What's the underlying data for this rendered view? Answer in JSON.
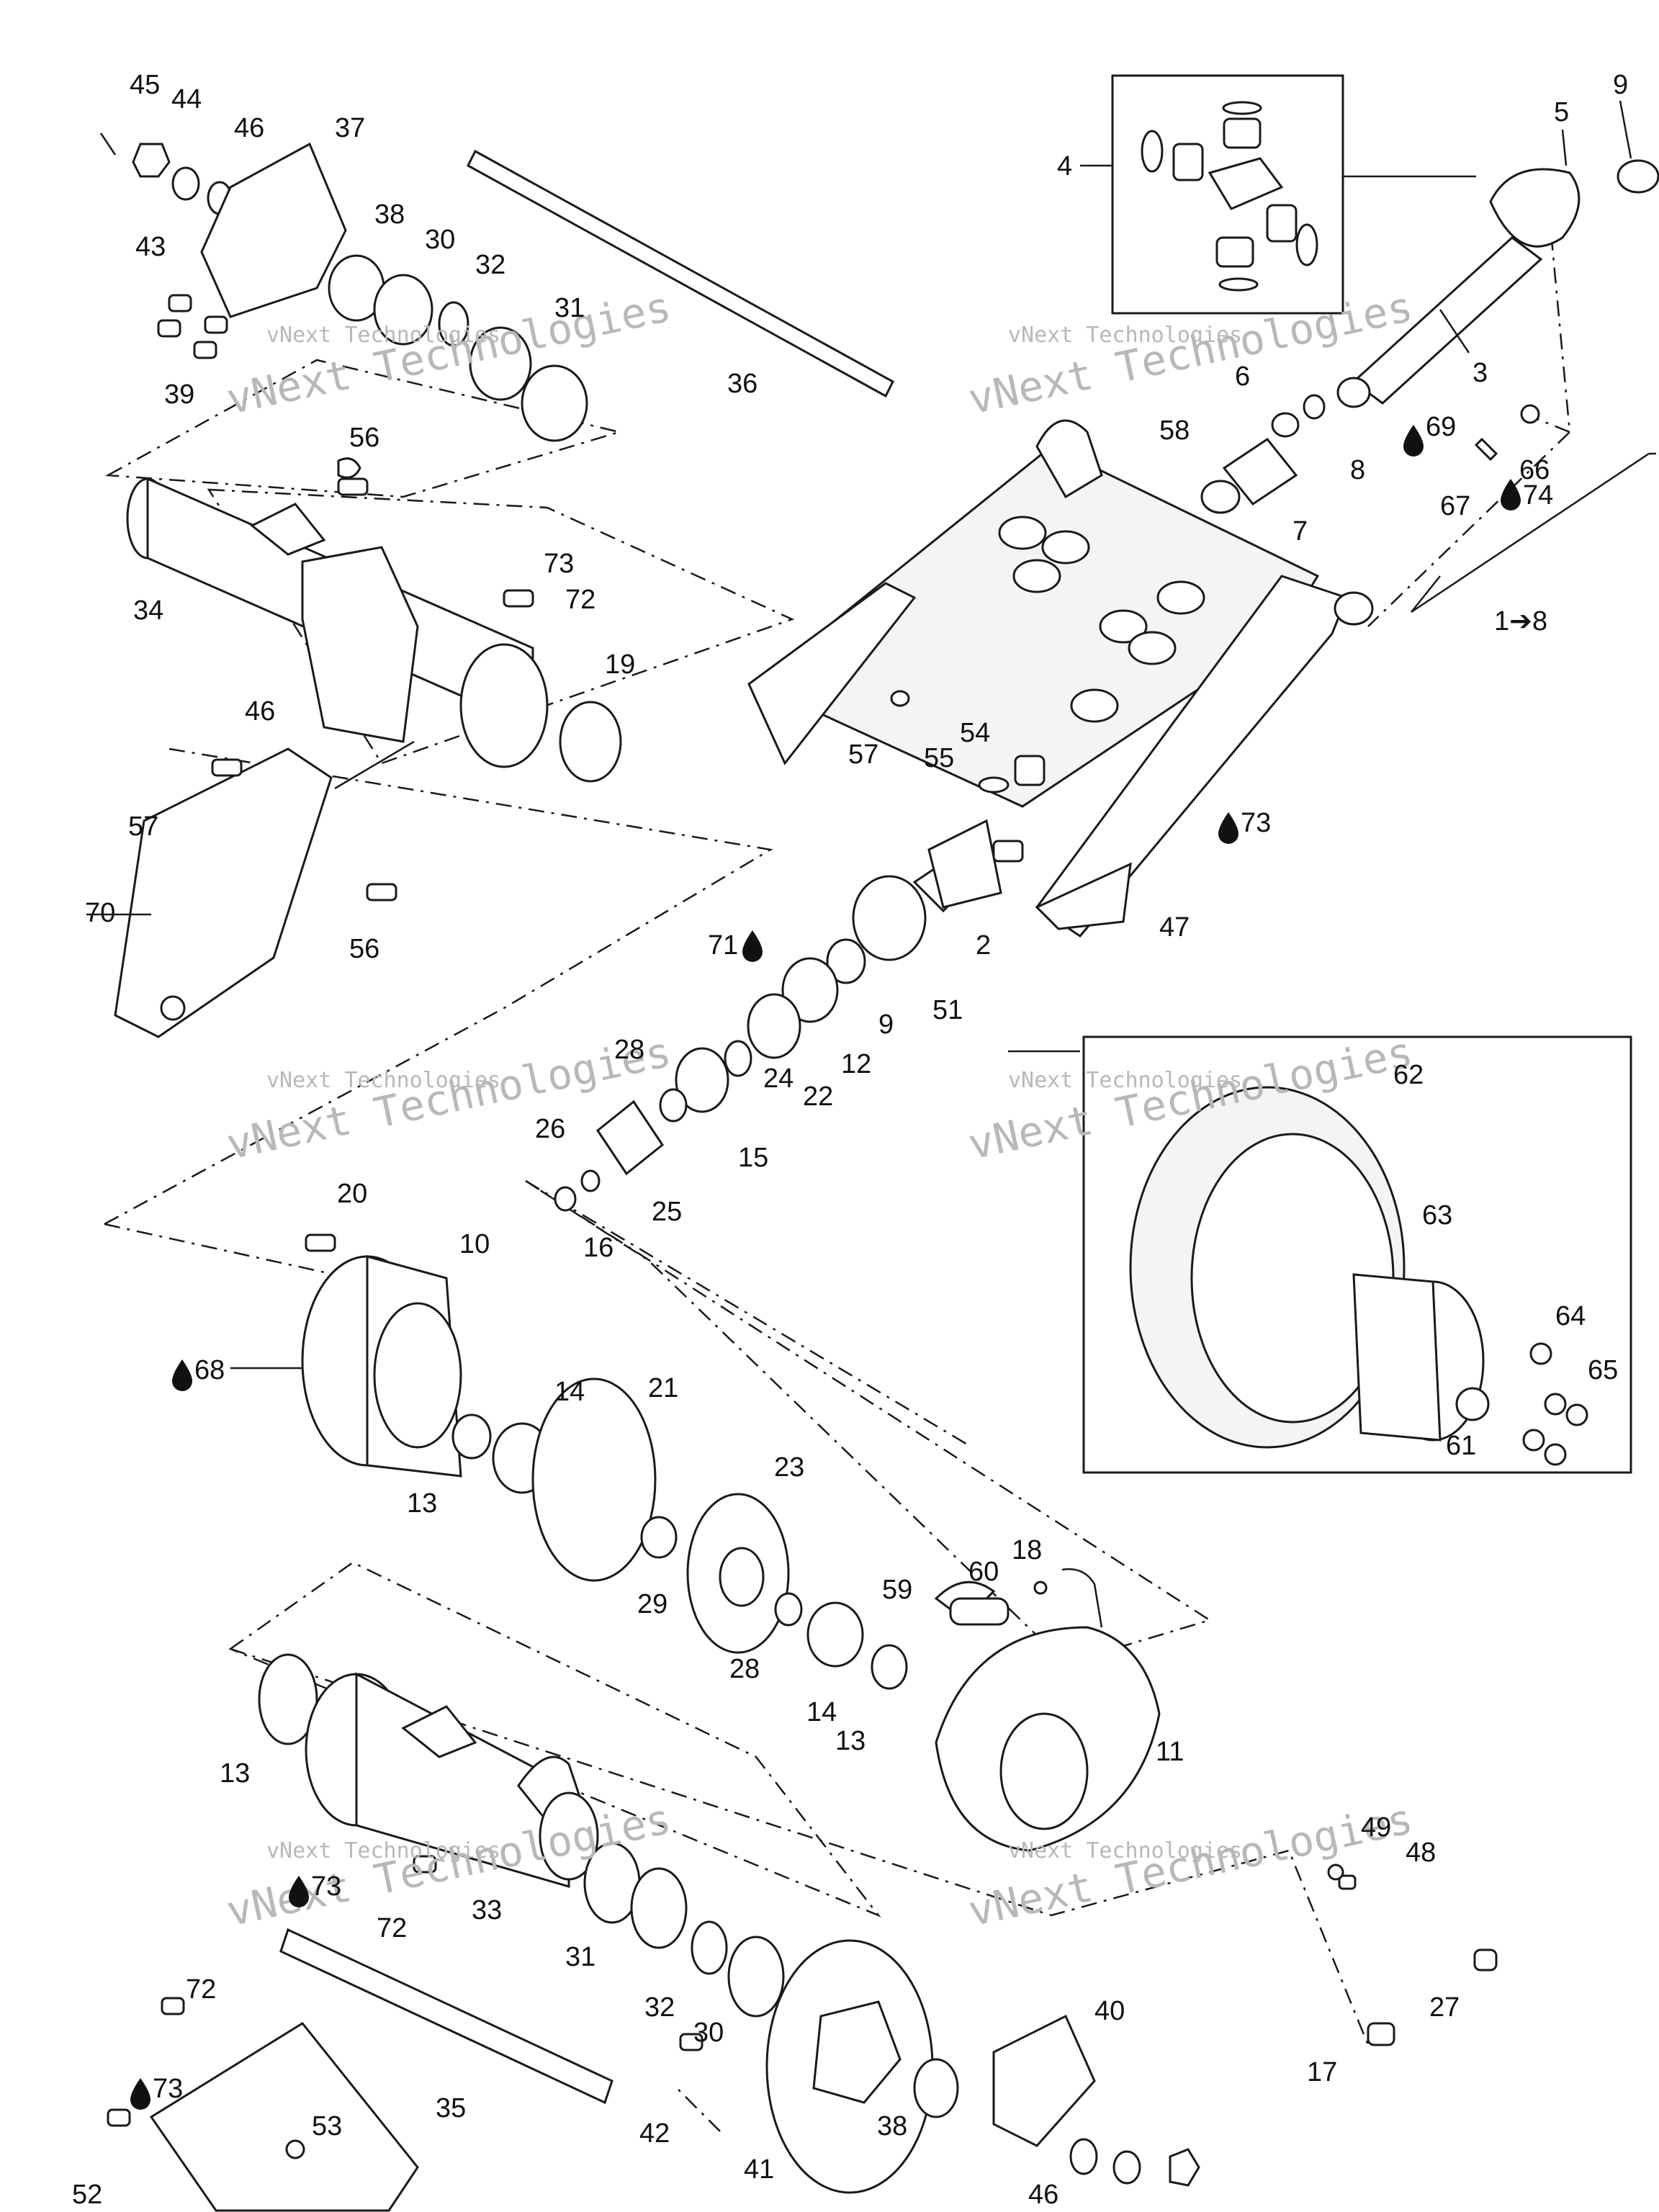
{
  "callouts": [
    {
      "n": "45",
      "label": "45"
    },
    {
      "n": "44",
      "label": "44"
    },
    {
      "n": "46a",
      "label": "46"
    },
    {
      "n": "37",
      "label": "37"
    },
    {
      "n": "43",
      "label": "43"
    },
    {
      "n": "38a",
      "label": "38"
    },
    {
      "n": "30a",
      "label": "30"
    },
    {
      "n": "32a",
      "label": "32"
    },
    {
      "n": "31a",
      "label": "31"
    },
    {
      "n": "39",
      "label": "39"
    },
    {
      "n": "36",
      "label": "36"
    },
    {
      "n": "56a",
      "label": "56"
    },
    {
      "n": "34",
      "label": "34"
    },
    {
      "n": "73a",
      "label": "73"
    },
    {
      "n": "72a",
      "label": "72"
    },
    {
      "n": "19",
      "label": "19"
    },
    {
      "n": "46b",
      "label": "46"
    },
    {
      "n": "57a",
      "label": "57"
    },
    {
      "n": "70",
      "label": "70"
    },
    {
      "n": "56b",
      "label": "56"
    },
    {
      "n": "4",
      "label": "4"
    },
    {
      "n": "5",
      "label": "5"
    },
    {
      "n": "9a",
      "label": "9"
    },
    {
      "n": "3",
      "label": "3"
    },
    {
      "n": "6",
      "label": "6"
    },
    {
      "n": "58",
      "label": "58"
    },
    {
      "n": "69",
      "label": "69"
    },
    {
      "n": "8a",
      "label": "8"
    },
    {
      "n": "66",
      "label": "66"
    },
    {
      "n": "67",
      "label": "67"
    },
    {
      "n": "74",
      "label": "74"
    },
    {
      "n": "7",
      "label": "7"
    },
    {
      "n": "18to",
      "label": "1➔8"
    },
    {
      "n": "57b",
      "label": "57"
    },
    {
      "n": "54",
      "label": "54"
    },
    {
      "n": "55",
      "label": "55"
    },
    {
      "n": "73b",
      "label": "73"
    },
    {
      "n": "47",
      "label": "47"
    },
    {
      "n": "2",
      "label": "2"
    },
    {
      "n": "71",
      "label": "71"
    },
    {
      "n": "51",
      "label": "51"
    },
    {
      "n": "9b",
      "label": "9"
    },
    {
      "n": "12",
      "label": "12"
    },
    {
      "n": "22",
      "label": "22"
    },
    {
      "n": "28a",
      "label": "28"
    },
    {
      "n": "24",
      "label": "24"
    },
    {
      "n": "15",
      "label": "15"
    },
    {
      "n": "26",
      "label": "26"
    },
    {
      "n": "25",
      "label": "25"
    },
    {
      "n": "16",
      "label": "16"
    },
    {
      "n": "62",
      "label": "62"
    },
    {
      "n": "63",
      "label": "63"
    },
    {
      "n": "64",
      "label": "64"
    },
    {
      "n": "65",
      "label": "65"
    },
    {
      "n": "61",
      "label": "61"
    },
    {
      "n": "20",
      "label": "20"
    },
    {
      "n": "10",
      "label": "10"
    },
    {
      "n": "68",
      "label": "68"
    },
    {
      "n": "14a",
      "label": "14"
    },
    {
      "n": "21",
      "label": "21"
    },
    {
      "n": "13a",
      "label": "13"
    },
    {
      "n": "23",
      "label": "23"
    },
    {
      "n": "29",
      "label": "29"
    },
    {
      "n": "18",
      "label": "18"
    },
    {
      "n": "60",
      "label": "60"
    },
    {
      "n": "59",
      "label": "59"
    },
    {
      "n": "28b",
      "label": "28"
    },
    {
      "n": "14b",
      "label": "14"
    },
    {
      "n": "13b",
      "label": "13"
    },
    {
      "n": "11",
      "label": "11"
    },
    {
      "n": "13c",
      "label": "13"
    },
    {
      "n": "49",
      "label": "49"
    },
    {
      "n": "48",
      "label": "48"
    },
    {
      "n": "73c",
      "label": "73"
    },
    {
      "n": "72b",
      "label": "72"
    },
    {
      "n": "33",
      "label": "33"
    },
    {
      "n": "31b",
      "label": "31"
    },
    {
      "n": "27",
      "label": "27"
    },
    {
      "n": "32b",
      "label": "32"
    },
    {
      "n": "30b",
      "label": "30"
    },
    {
      "n": "72c",
      "label": "72"
    },
    {
      "n": "40",
      "label": "40"
    },
    {
      "n": "35",
      "label": "35"
    },
    {
      "n": "17",
      "label": "17"
    },
    {
      "n": "73d",
      "label": "73"
    },
    {
      "n": "38b",
      "label": "38"
    },
    {
      "n": "53",
      "label": "53"
    },
    {
      "n": "42",
      "label": "42"
    },
    {
      "n": "41",
      "label": "41"
    },
    {
      "n": "52",
      "label": "52"
    },
    {
      "n": "46c",
      "label": "46"
    }
  ],
  "watermarks": [
    {
      "small": "vNext Technologies",
      "big": "vNext Technologies"
    }
  ],
  "icons": {
    "lubricant": "oil-drop-icon",
    "arrow": "right-arrow-icon"
  },
  "colors": {
    "ink": "#111111",
    "watermark": "#b8b8b8",
    "background": "#ffffff"
  }
}
